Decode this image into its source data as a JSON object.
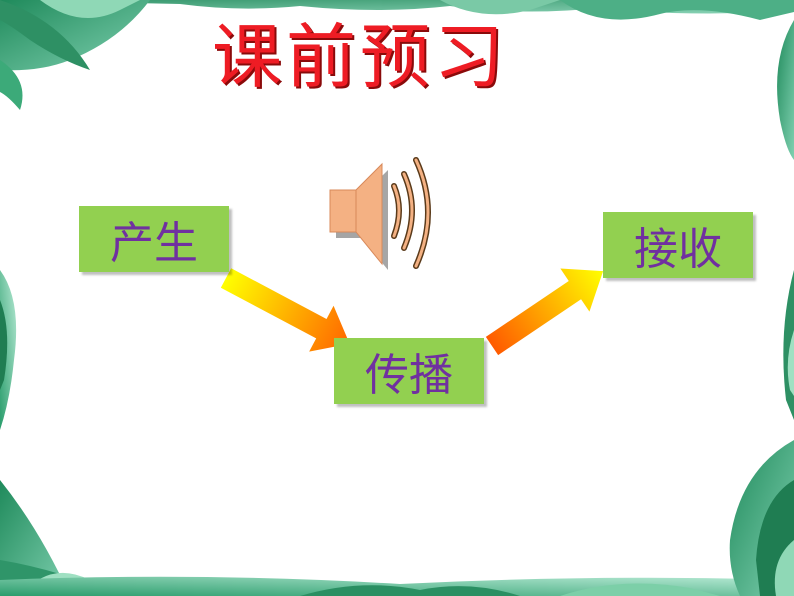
{
  "slide": {
    "title": "课前预习"
  },
  "diagram": {
    "steps": [
      {
        "id": "produce",
        "label": "产生"
      },
      {
        "id": "transmit",
        "label": "传播"
      },
      {
        "id": "receive",
        "label": "接收"
      }
    ],
    "icon": "speaker-sound-icon",
    "colors": {
      "title": "#ee1c24",
      "box_fill": "#92d050",
      "box_text": "#7030a0",
      "arrow_start": "#ffff00",
      "arrow_end": "#ff6600",
      "speaker": "#f4b183"
    }
  }
}
